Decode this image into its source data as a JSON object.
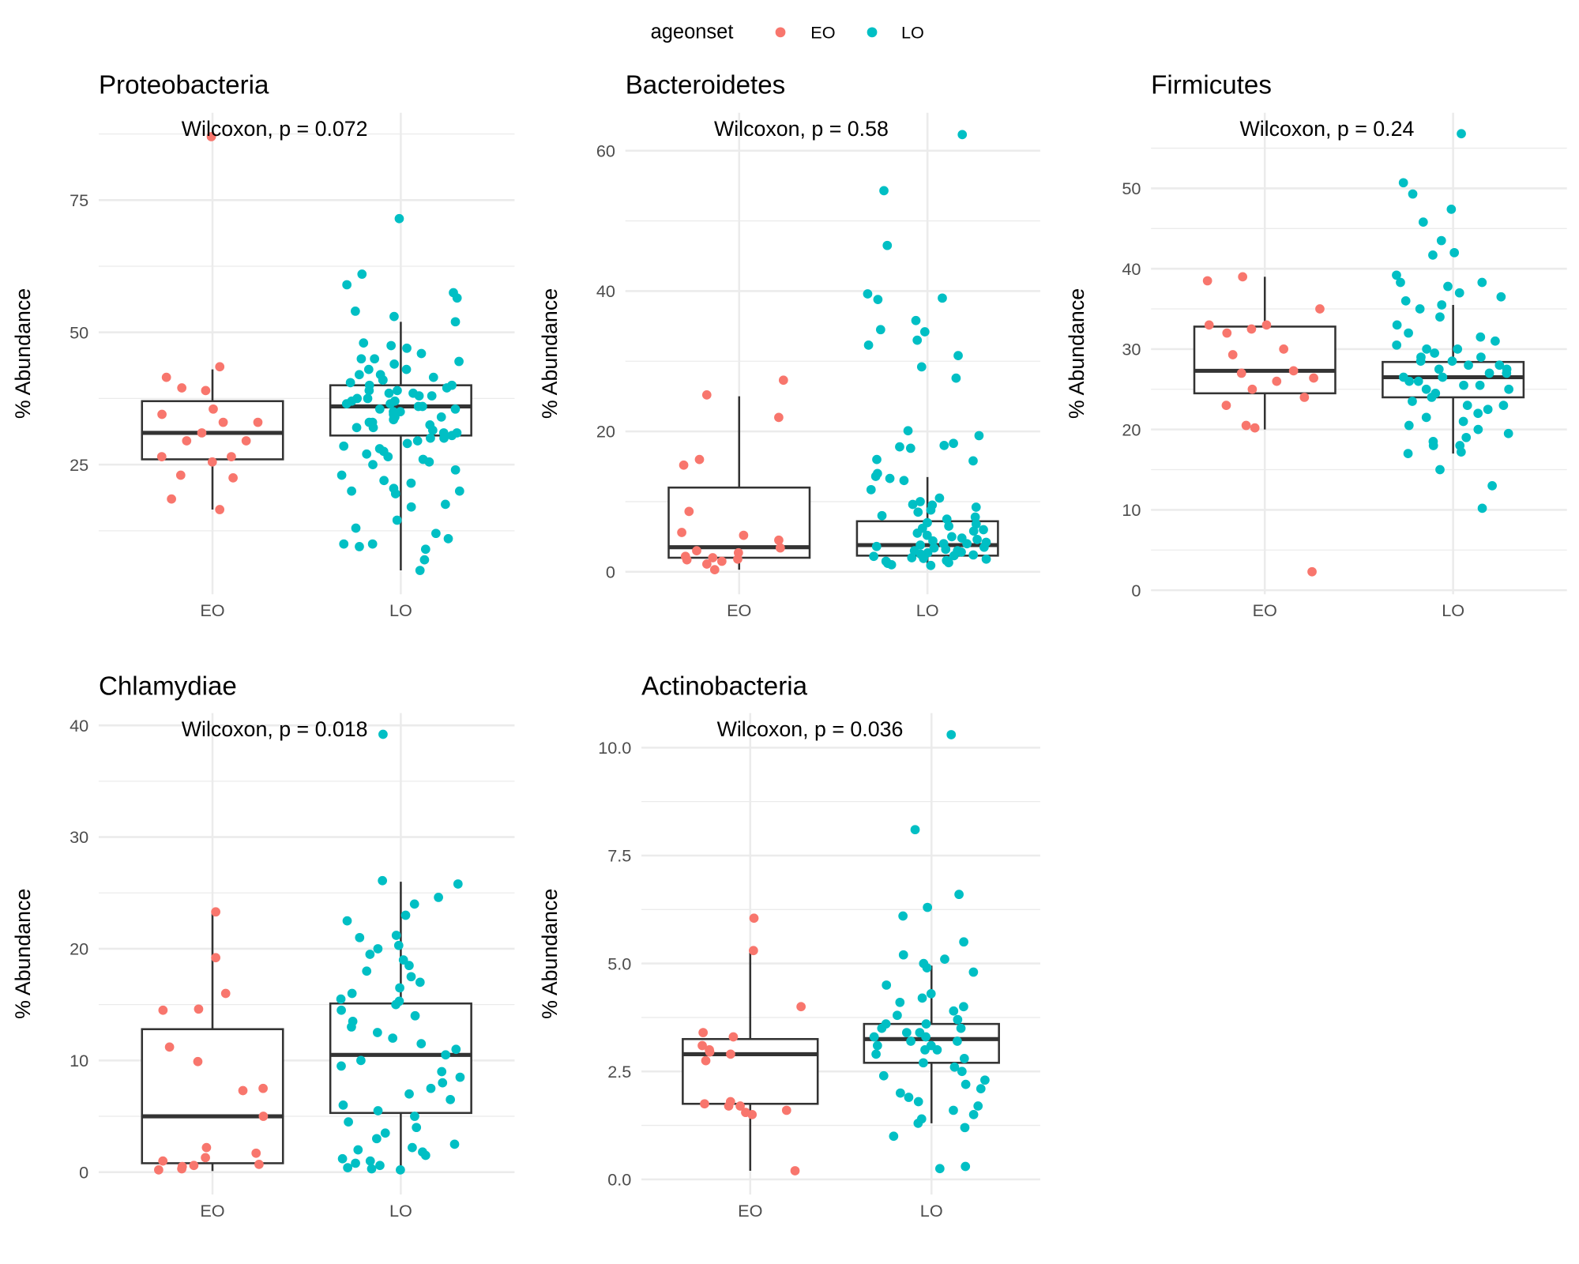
{
  "legend": {
    "title": "ageonset",
    "items": [
      {
        "label": "EO",
        "color": "#F8766D"
      },
      {
        "label": "LO",
        "color": "#00BFC4"
      }
    ]
  },
  "chart_data": [
    {
      "type": "box+jitter",
      "title": "Proteobacteria",
      "test_label": "Wilcoxon, p = 0.072",
      "ylabel": "% Abundance",
      "categories": [
        "EO",
        "LO"
      ],
      "ylim": [
        0.5,
        91.5
      ],
      "yticks": [
        25,
        50,
        75
      ],
      "ytick_labels": [
        "25",
        "50",
        "75"
      ],
      "minor_ticks": [
        12.5,
        37.5,
        62.5,
        87.5
      ],
      "boxes": [
        {
          "q1": 26,
          "median": 31,
          "q3": 37,
          "lower": 16.5,
          "upper": 43
        },
        {
          "q1": 30.5,
          "median": 36,
          "q3": 40,
          "lower": 5,
          "upper": 52
        }
      ],
      "points": [
        [
          87,
          43.5,
          41.5,
          39.5,
          39,
          35.5,
          34.5,
          33,
          33,
          31,
          29.5,
          29.5,
          26.5,
          26.5,
          25.5,
          23,
          22.5,
          18.5,
          16.5
        ],
        [
          71.5,
          61,
          59,
          57.5,
          56.5,
          54,
          53,
          52,
          48,
          47.5,
          47,
          46,
          45,
          45,
          44.5,
          44,
          43,
          43,
          42,
          42,
          41.5,
          41,
          41,
          40.5,
          40,
          40,
          39.5,
          39,
          39,
          38.5,
          38.5,
          38,
          38,
          37.5,
          37.5,
          37,
          37,
          36.5,
          36.5,
          36,
          36,
          35.5,
          35.5,
          35,
          35,
          34.5,
          34,
          34,
          33.5,
          33,
          33,
          32.5,
          32,
          32,
          31.5,
          31,
          31,
          30.5,
          30,
          30,
          29.5,
          29,
          28.5,
          28,
          27.5,
          27,
          26.5,
          26,
          25.5,
          25,
          24,
          23,
          22,
          21.5,
          20.5,
          20,
          20,
          19.5,
          17.5,
          17,
          14.5,
          13,
          12,
          11,
          10,
          10,
          9.5,
          9,
          7,
          5
        ]
      ]
    },
    {
      "type": "box+jitter",
      "title": "Bacteroidetes",
      "test_label": "Wilcoxon, p = 0.58",
      "ylabel": "% Abundance",
      "categories": [
        "EO",
        "LO"
      ],
      "ylim": [
        -3.2,
        65.4
      ],
      "yticks": [
        0,
        20,
        40,
        60
      ],
      "ytick_labels": [
        "0",
        "20",
        "40",
        "60"
      ],
      "minor_ticks": [
        10,
        30,
        50
      ],
      "boxes": [
        {
          "q1": 2,
          "median": 3.5,
          "q3": 12,
          "lower": 0.3,
          "upper": 25
        },
        {
          "q1": 2.3,
          "median": 3.8,
          "q3": 7.2,
          "lower": 0.8,
          "upper": 13.5
        }
      ],
      "points": [
        [
          27.3,
          25.2,
          22,
          16,
          15.2,
          8.6,
          5.6,
          5.2,
          4.5,
          3.4,
          3,
          2.7,
          2.2,
          2,
          1.8,
          1.7,
          1.5,
          1.1,
          0.3
        ],
        [
          62.3,
          54.3,
          46.5,
          39.6,
          39,
          38.8,
          35.8,
          34.5,
          34.2,
          33,
          32.3,
          30.8,
          29.2,
          27.6,
          20.1,
          19.4,
          18.3,
          18,
          17.8,
          17.6,
          16,
          15.8,
          14,
          13.6,
          13.3,
          13,
          11.7,
          10.5,
          10,
          9.6,
          9.5,
          9.2,
          8.8,
          8.5,
          8,
          7.8,
          7.5,
          7,
          6.8,
          6.5,
          6.2,
          6,
          5.8,
          5.5,
          5.2,
          5,
          4.8,
          4.6,
          4.4,
          4.2,
          4,
          4,
          3.8,
          3.6,
          3.5,
          3.4,
          3.2,
          3,
          3,
          2.8,
          2.7,
          2.5,
          2.4,
          2.3,
          2.2,
          2,
          1.9,
          1.8,
          1.6,
          1.5,
          1.3,
          1.2,
          1,
          0.9
        ]
      ]
    },
    {
      "type": "box+jitter",
      "title": "Firmicutes",
      "test_label": "Wilcoxon, p = 0.24",
      "ylabel": "% Abundance",
      "categories": [
        "EO",
        "LO"
      ],
      "ylim": [
        -0.5,
        59.4
      ],
      "yticks": [
        0,
        10,
        20,
        30,
        40,
        50
      ],
      "ytick_labels": [
        "0",
        "10",
        "20",
        "30",
        "40",
        "50"
      ],
      "minor_ticks": [
        5,
        15,
        25,
        35,
        45,
        55
      ],
      "boxes": [
        {
          "q1": 24.5,
          "median": 27.3,
          "q3": 32.8,
          "lower": 20,
          "upper": 39
        },
        {
          "q1": 24,
          "median": 26.5,
          "q3": 28.4,
          "lower": 17,
          "upper": 35.5
        }
      ],
      "points": [
        [
          39,
          38.5,
          35,
          33,
          33,
          32.5,
          32,
          30,
          29.3,
          27.3,
          27,
          26.4,
          26,
          25,
          24,
          23,
          20.5,
          20.2,
          2.3
        ],
        [
          56.8,
          50.7,
          49.3,
          47.4,
          45.8,
          43.5,
          42,
          41.7,
          39.2,
          38.3,
          38.3,
          37.8,
          37,
          36.5,
          36,
          35.5,
          35,
          34,
          33,
          32,
          31.5,
          31,
          30.5,
          30,
          30,
          29.5,
          29,
          29,
          28.5,
          28.5,
          28,
          28,
          27.5,
          27.5,
          27,
          27,
          26.5,
          26.5,
          26,
          26,
          25.5,
          25.5,
          25,
          25,
          24.5,
          24,
          23.5,
          23,
          23,
          22.5,
          22,
          21.5,
          21,
          20.5,
          20,
          19.5,
          19,
          18.5,
          18,
          18,
          17.2,
          17,
          15,
          13,
          10.2
        ]
      ]
    },
    {
      "type": "box+jitter",
      "title": "Chlamydiae",
      "test_label": "Wilcoxon, p = 0.018",
      "ylabel": "% Abundance",
      "categories": [
        "EO",
        "LO"
      ],
      "ylim": [
        -2,
        41.1
      ],
      "yticks": [
        0,
        10,
        20,
        30,
        40
      ],
      "ytick_labels": [
        "0",
        "10",
        "20",
        "30",
        "40"
      ],
      "minor_ticks": [
        5,
        15,
        25,
        35
      ],
      "boxes": [
        {
          "q1": 0.8,
          "median": 5,
          "q3": 12.8,
          "lower": 0.1,
          "upper": 23.2
        },
        {
          "q1": 5.3,
          "median": 10.5,
          "q3": 15.1,
          "lower": 0.1,
          "upper": 26
        }
      ],
      "points": [
        [
          23.3,
          19.2,
          16,
          14.6,
          14.5,
          11.2,
          9.9,
          7.5,
          7.3,
          5,
          2.2,
          1.7,
          1.3,
          1,
          0.7,
          0.6,
          0.5,
          0.3,
          0.2
        ],
        [
          39.2,
          26.1,
          25.8,
          24.6,
          24,
          23,
          22.5,
          21.2,
          21,
          20.3,
          20,
          19.5,
          19,
          18.5,
          18,
          17.5,
          17,
          16.5,
          16,
          15.5,
          15.3,
          15,
          14.5,
          14,
          13.5,
          13,
          12.5,
          12,
          11.5,
          11,
          10.5,
          10,
          9.5,
          9,
          8.5,
          8,
          7.5,
          7,
          6.5,
          6,
          5.5,
          5,
          4.5,
          4,
          3.5,
          3,
          2.5,
          2.2,
          2,
          1.8,
          1.5,
          1.2,
          1,
          0.8,
          0.6,
          0.4,
          0.3,
          0.2
        ]
      ]
    },
    {
      "type": "box+jitter",
      "title": "Actinobacteria",
      "test_label": "Wilcoxon, p = 0.036",
      "ylabel": "% Abundance",
      "categories": [
        "EO",
        "LO"
      ],
      "ylim": [
        -0.35,
        10.8
      ],
      "yticks": [
        0,
        2.5,
        5,
        7.5,
        10
      ],
      "ytick_labels": [
        "0.0",
        "2.5",
        "5.0",
        "7.5",
        "10.0"
      ],
      "minor_ticks": [
        1.25,
        3.75,
        6.25,
        8.75
      ],
      "boxes": [
        {
          "q1": 1.75,
          "median": 2.9,
          "q3": 3.25,
          "lower": 0.2,
          "upper": 5.3
        },
        {
          "q1": 2.7,
          "median": 3.25,
          "q3": 3.6,
          "lower": 1.3,
          "upper": 4.95
        }
      ],
      "points": [
        [
          6.05,
          5.3,
          4,
          3.4,
          3.3,
          3.1,
          3.0,
          2.95,
          2.9,
          2.75,
          1.8,
          1.75,
          1.7,
          1.7,
          1.6,
          1.55,
          1.5,
          0.2
        ],
        [
          10.3,
          8.1,
          6.6,
          6.3,
          6.1,
          5.5,
          5.2,
          5.1,
          5.0,
          4.9,
          4.8,
          4.5,
          4.3,
          4.2,
          4.1,
          4.0,
          3.9,
          3.8,
          3.7,
          3.6,
          3.6,
          3.5,
          3.5,
          3.4,
          3.4,
          3.3,
          3.3,
          3.2,
          3.2,
          3.1,
          3.1,
          3.0,
          3.0,
          2.9,
          2.8,
          2.7,
          2.6,
          2.5,
          2.4,
          2.3,
          2.2,
          2.1,
          2.0,
          1.9,
          1.8,
          1.7,
          1.6,
          1.5,
          1.4,
          1.3,
          1.2,
          1.0,
          0.3,
          0.25
        ]
      ]
    }
  ]
}
